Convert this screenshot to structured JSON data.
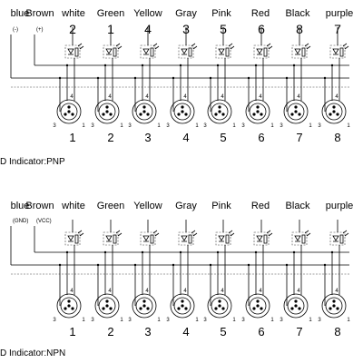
{
  "panels": [
    {
      "id": "pnp",
      "title": "D Indicator:PNP",
      "wire_labels": [
        "blue",
        "Brown",
        "white",
        "Green",
        "Yellow",
        "Gray",
        "Pink",
        "Red",
        "Black",
        "purple"
      ],
      "supply_labels": [
        "(-)",
        "(+)"
      ],
      "pin_numbers": [
        "2",
        "1",
        "4",
        "3",
        "5",
        "6",
        "8",
        "7"
      ],
      "port_numbers": [
        "1",
        "2",
        "3",
        "4",
        "5",
        "6",
        "7",
        "8"
      ],
      "terminal_labels": [
        "4",
        "3",
        "1"
      ]
    },
    {
      "id": "npn",
      "title": "D Indicator:NPN",
      "wire_labels": [
        "blue",
        "Brown",
        "white",
        "Green",
        "Yellow",
        "Gray",
        "Pink",
        "Red",
        "Black",
        "purple"
      ],
      "supply_labels": [
        "(GND)",
        "(VCC)"
      ],
      "pin_numbers": [],
      "port_numbers": [
        "1",
        "2",
        "3",
        "4",
        "5",
        "6",
        "7",
        "8"
      ],
      "terminal_labels": [
        "4",
        "3",
        "1"
      ]
    }
  ]
}
